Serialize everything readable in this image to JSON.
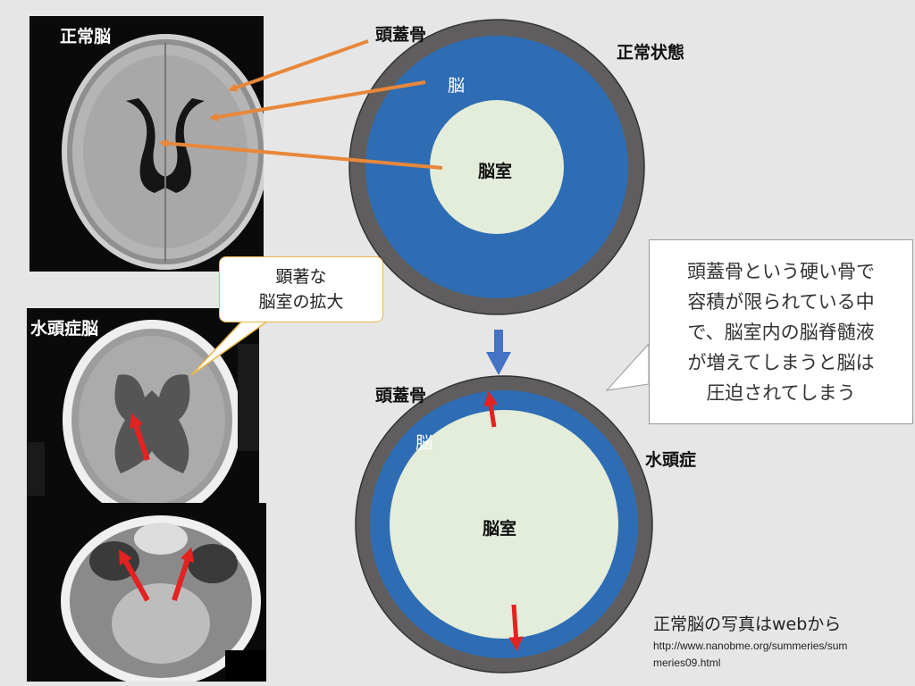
{
  "panels": {
    "normal_brain_label": "正常脳",
    "hydrocephalus_label": "水頭症脳"
  },
  "callout_left": {
    "line1": "顕著な",
    "line2": "脳室の拡大"
  },
  "normal_diagram": {
    "skull_label": "頭蓋骨",
    "brain_label": "脳",
    "ventricle_label": "脳室",
    "state_label": "正常状態"
  },
  "hydro_diagram": {
    "skull_label": "頭蓋骨",
    "brain_label": "脳",
    "ventricle_label": "脳室",
    "state_label": "水頭症"
  },
  "note": {
    "lines": [
      "頭蓋骨という硬い骨で",
      "容積が限られている中",
      "で、脳室内の脳脊髄液",
      "が増えてしまうと脳は",
      "圧迫されてしまう"
    ]
  },
  "credit": {
    "line1": "正常脳の写真はwebから",
    "line2": "http://www.nanobme.org/summeries/sum",
    "line3": "meries09.html"
  },
  "colors": {
    "background": "#e6e6e6",
    "skull": "#5f5d5e",
    "brain": "#2e6db4",
    "ventricle": "#e3edda",
    "pointer_arrow": "#e8873a",
    "red_arrow": "#e32222",
    "down_arrow": "#4472c4"
  }
}
